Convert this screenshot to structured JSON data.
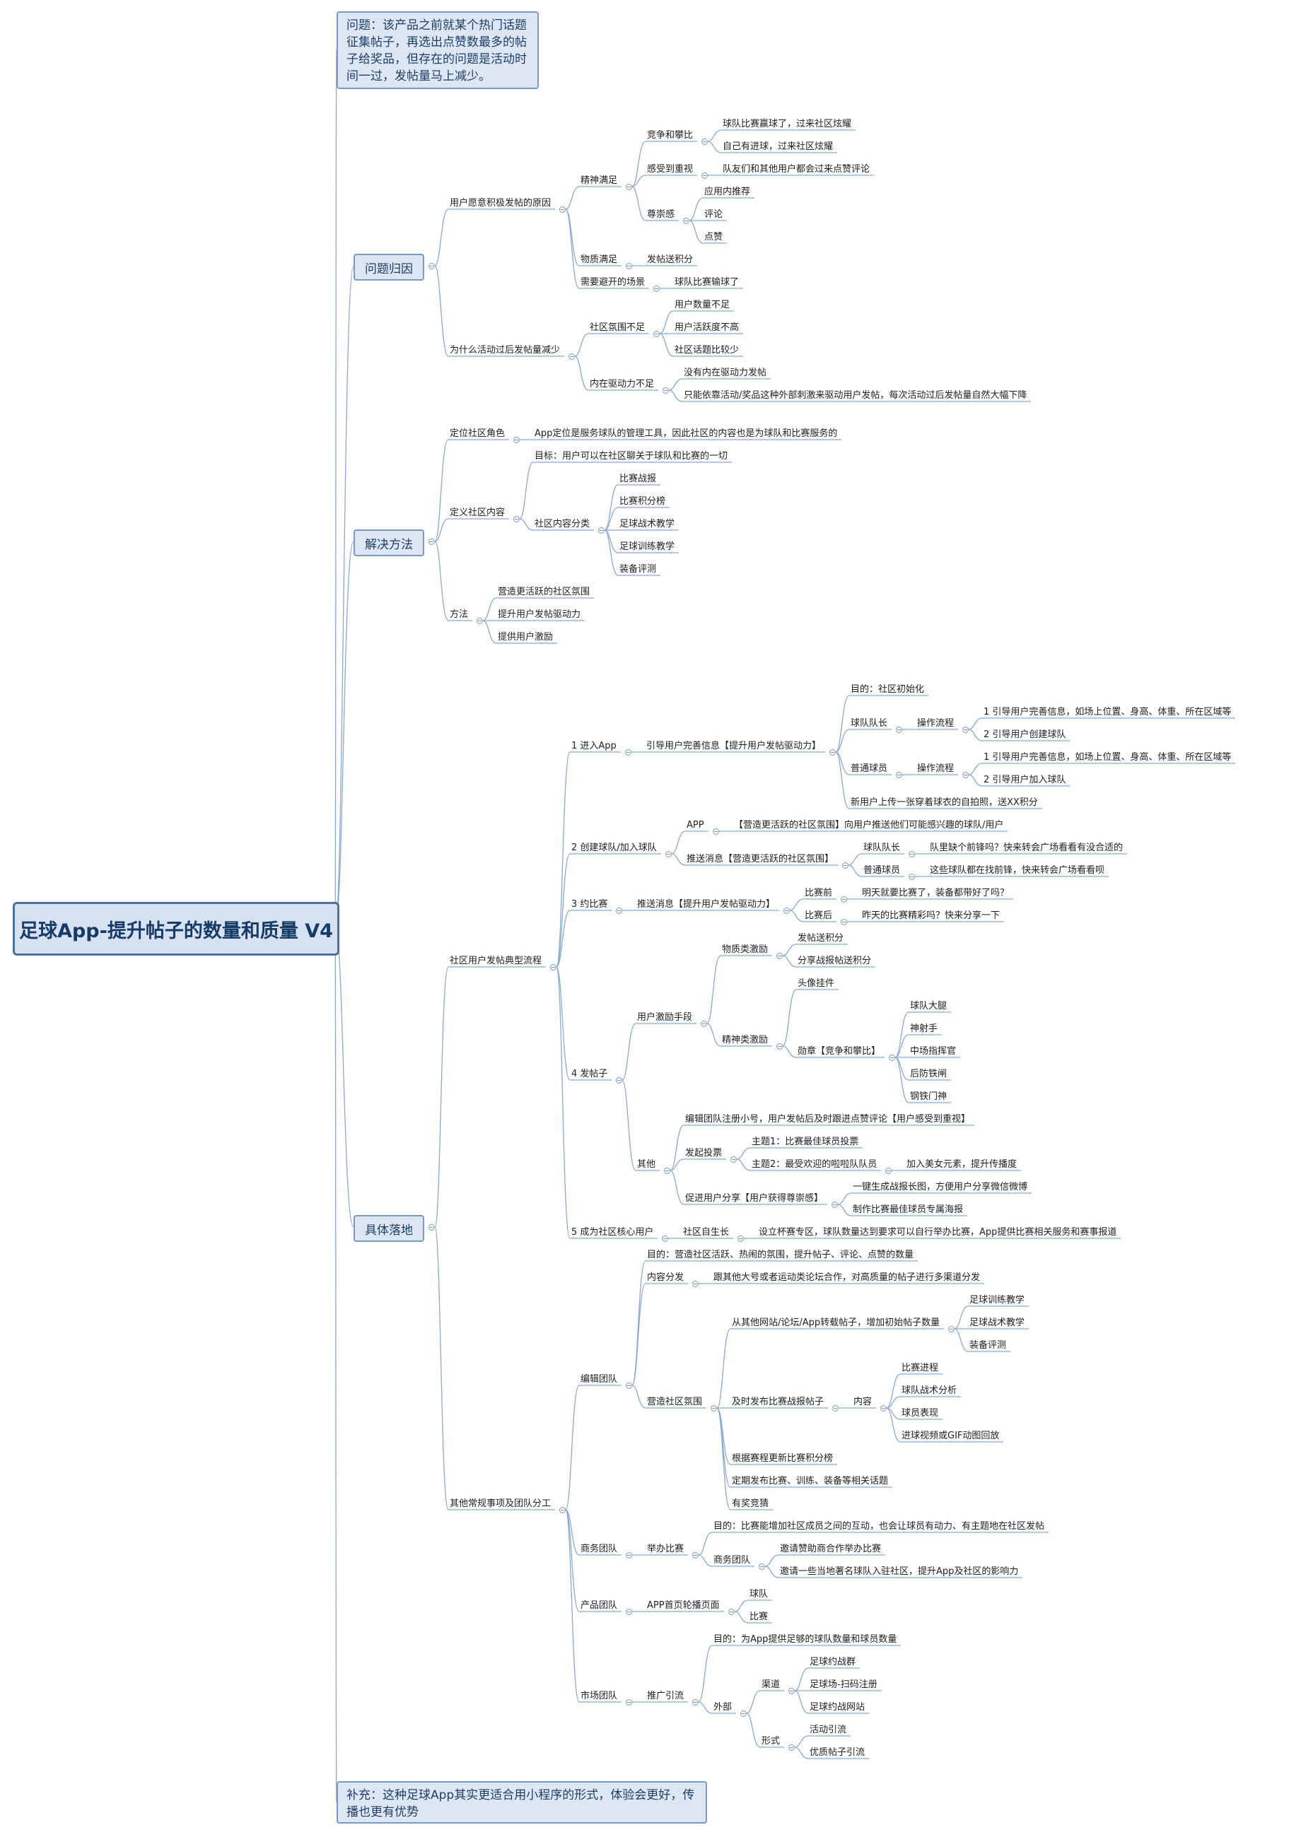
{
  "title": "足球App-提升帖子的数量和质量 V4",
  "note_top": "问题：该产品之前就某个热门话题征集帖子，再选出点赞数最多的帖子给奖品，但存在的问题是活动时间一过，发帖量马上减少。",
  "note_bottom": "补充：这种足球App其实更适合用小程序的形式，体验会更好，传播也更有优势",
  "tree": [
    {
      "label": "问题归因",
      "children": [
        {
          "label": "用户愿意积极发帖的原因",
          "children": [
            {
              "label": "精神满足",
              "children": [
                {
                  "label": "竞争和攀比",
                  "children": [
                    {
                      "label": "球队比赛赢球了，过来社区炫耀"
                    },
                    {
                      "label": "自己有进球，过来社区炫耀"
                    }
                  ]
                },
                {
                  "label": "感受到重视",
                  "children": [
                    {
                      "label": "队友们和其他用户都会过来点赞评论"
                    }
                  ]
                },
                {
                  "label": "尊崇感",
                  "children": [
                    {
                      "label": "应用内推荐"
                    },
                    {
                      "label": "评论"
                    },
                    {
                      "label": "点赞"
                    }
                  ]
                }
              ]
            },
            {
              "label": "物质满足",
              "children": [
                {
                  "label": "发帖送积分"
                }
              ]
            },
            {
              "label": "需要避开的场景",
              "children": [
                {
                  "label": "球队比赛输球了"
                }
              ]
            }
          ]
        },
        {
          "label": "为什么活动过后发帖量减少",
          "children": [
            {
              "label": "社区氛围不足",
              "children": [
                {
                  "label": "用户数量不足"
                },
                {
                  "label": "用户活跃度不高"
                },
                {
                  "label": "社区话题比较少"
                }
              ]
            },
            {
              "label": "内在驱动力不足",
              "children": [
                {
                  "label": "没有内在驱动力发帖"
                },
                {
                  "label": "只能依靠活动/奖品这种外部刺激来驱动用户发帖，每次活动过后发帖量自然大幅下降"
                }
              ]
            }
          ]
        }
      ]
    },
    {
      "label": "解决方法",
      "children": [
        {
          "label": "定位社区角色",
          "children": [
            {
              "label": "App定位是服务球队的管理工具，因此社区的内容也是为球队和比赛服务的"
            }
          ]
        },
        {
          "label": "定义社区内容",
          "children": [
            {
              "label": "目标：用户可以在社区聊关于球队和比赛的一切"
            },
            {
              "label": "社区内容分类",
              "children": [
                {
                  "label": "比赛战报"
                },
                {
                  "label": "比赛积分榜"
                },
                {
                  "label": "足球战术教学"
                },
                {
                  "label": "足球训练教学"
                },
                {
                  "label": "装备评测"
                }
              ]
            }
          ]
        },
        {
          "label": "方法",
          "children": [
            {
              "label": "营造更活跃的社区氛围"
            },
            {
              "label": "提升用户发帖驱动力"
            },
            {
              "label": "提供用户激励"
            }
          ]
        }
      ]
    },
    {
      "label": "具体落地",
      "children": [
        {
          "label": "社区用户发帖典型流程",
          "children": [
            {
              "label": "1 进入App",
              "children": [
                {
                  "label": "引导用户完善信息【提升用户发帖驱动力】",
                  "children": [
                    {
                      "label": "目的：社区初始化"
                    },
                    {
                      "label": "球队队长",
                      "children": [
                        {
                          "label": "操作流程",
                          "children": [
                            {
                              "label": "1 引导用户完善信息，如场上位置、身高、体重、所在区域等"
                            },
                            {
                              "label": "2 引导用户创建球队"
                            }
                          ]
                        }
                      ]
                    },
                    {
                      "label": "普通球员",
                      "children": [
                        {
                          "label": "操作流程",
                          "children": [
                            {
                              "label": "1 引导用户完善信息，如场上位置、身高、体重、所在区域等"
                            },
                            {
                              "label": "2 引导用户加入球队"
                            }
                          ]
                        }
                      ]
                    },
                    {
                      "label": "新用户上传一张穿着球衣的自拍照，送XX积分"
                    }
                  ]
                }
              ]
            },
            {
              "label": "2 创建球队/加入球队",
              "children": [
                {
                  "label": "APP",
                  "children": [
                    {
                      "label": "【营造更活跃的社区氛围】向用户推送他们可能感兴趣的球队/用户"
                    }
                  ]
                },
                {
                  "label": "推送消息【营造更活跃的社区氛围】",
                  "children": [
                    {
                      "label": "球队队长",
                      "children": [
                        {
                          "label": "队里缺个前锋吗？快来转会广场看看有没合适的"
                        }
                      ]
                    },
                    {
                      "label": "普通球员",
                      "children": [
                        {
                          "label": "这些球队都在找前锋，快来转会广场看看呗"
                        }
                      ]
                    }
                  ]
                }
              ]
            },
            {
              "label": "3 约比赛",
              "children": [
                {
                  "label": "推送消息【提升用户发帖驱动力】",
                  "children": [
                    {
                      "label": "比赛前",
                      "children": [
                        {
                          "label": "明天就要比赛了，装备都带好了吗？"
                        }
                      ]
                    },
                    {
                      "label": "比赛后",
                      "children": [
                        {
                          "label": "昨天的比赛精彩吗？快来分享一下"
                        }
                      ]
                    }
                  ]
                }
              ]
            },
            {
              "label": "4 发帖子",
              "children": [
                {
                  "label": "用户激励手段",
                  "children": [
                    {
                      "label": "物质类激励",
                      "children": [
                        {
                          "label": "发帖送积分"
                        },
                        {
                          "label": "分享战报帖送积分"
                        }
                      ]
                    },
                    {
                      "label": "精神类激励",
                      "children": [
                        {
                          "label": "头像挂件"
                        },
                        {
                          "label": "勋章【竞争和攀比】",
                          "children": [
                            {
                              "label": "球队大腿"
                            },
                            {
                              "label": "神射手"
                            },
                            {
                              "label": "中场指挥官"
                            },
                            {
                              "label": "后防铁闸"
                            },
                            {
                              "label": "钢铁门神"
                            }
                          ]
                        }
                      ]
                    }
                  ]
                },
                {
                  "label": "其他",
                  "children": [
                    {
                      "label": "编辑团队注册小号，用户发帖后及时跟进点赞评论【用户感受到重视】"
                    },
                    {
                      "label": "发起投票",
                      "children": [
                        {
                          "label": "主题1：比赛最佳球员投票"
                        },
                        {
                          "label": "主题2：最受欢迎的啦啦队队员",
                          "children": [
                            {
                              "label": "加入美女元素，提升传播度"
                            }
                          ]
                        }
                      ]
                    },
                    {
                      "label": "促进用户分享【用户获得尊崇感】",
                      "children": [
                        {
                          "label": "一键生成战报长图，方便用户分享微信微博"
                        },
                        {
                          "label": "制作比赛最佳球员专属海报"
                        }
                      ]
                    }
                  ]
                }
              ]
            },
            {
              "label": "5 成为社区核心用户",
              "children": [
                {
                  "label": "社区自生长",
                  "children": [
                    {
                      "label": "设立杯赛专区，球队数量达到要求可以自行举办比赛，App提供比赛相关服务和赛事报道"
                    }
                  ]
                }
              ]
            }
          ]
        },
        {
          "label": "其他常规事项及团队分工",
          "children": [
            {
              "label": "编辑团队",
              "children": [
                {
                  "label": "目的：营造社区活跃、热闹的氛围，提升帖子、评论、点赞的数量"
                },
                {
                  "label": "内容分发",
                  "children": [
                    {
                      "label": "跟其他大号或者运动类论坛合作，对高质量的帖子进行多渠道分发"
                    }
                  ]
                },
                {
                  "label": "营造社区氛围",
                  "children": [
                    {
                      "label": "从其他网站/论坛/App转载帖子，增加初始帖子数量",
                      "children": [
                        {
                          "label": "足球训练教学"
                        },
                        {
                          "label": "足球战术教学"
                        },
                        {
                          "label": "装备评测"
                        }
                      ]
                    },
                    {
                      "label": "及时发布比赛战报帖子",
                      "children": [
                        {
                          "label": "内容",
                          "children": [
                            {
                              "label": "比赛进程"
                            },
                            {
                              "label": "球队战术分析"
                            },
                            {
                              "label": "球员表现"
                            },
                            {
                              "label": "进球视频或GIF动图回放"
                            }
                          ]
                        }
                      ]
                    },
                    {
                      "label": "根据赛程更新比赛积分榜"
                    },
                    {
                      "label": "定期发布比赛、训练、装备等相关话题"
                    },
                    {
                      "label": "有奖竞猜"
                    }
                  ]
                }
              ]
            },
            {
              "label": "商务团队",
              "children": [
                {
                  "label": "举办比赛",
                  "children": [
                    {
                      "label": "目的：比赛能增加社区成员之间的互动，也会让球员有动力、有主题地在社区发帖"
                    },
                    {
                      "label": "商务团队",
                      "children": [
                        {
                          "label": "邀请赞助商合作举办比赛"
                        },
                        {
                          "label": "邀请一些当地著名球队入驻社区，提升App及社区的影响力"
                        }
                      ]
                    }
                  ]
                }
              ]
            },
            {
              "label": "产品团队",
              "children": [
                {
                  "label": "APP首页轮播页面",
                  "children": [
                    {
                      "label": "球队"
                    },
                    {
                      "label": "比赛"
                    }
                  ]
                }
              ]
            },
            {
              "label": "市场团队",
              "children": [
                {
                  "label": "推广引流",
                  "children": [
                    {
                      "label": "目的：为App提供足够的球队数量和球员数量"
                    },
                    {
                      "label": "外部",
                      "children": [
                        {
                          "label": "渠道",
                          "children": [
                            {
                              "label": "足球约战群"
                            },
                            {
                              "label": "足球场-扫码注册"
                            },
                            {
                              "label": "足球约战网站"
                            }
                          ]
                        },
                        {
                          "label": "形式",
                          "children": [
                            {
                              "label": "活动引流"
                            },
                            {
                              "label": "优质帖子引流"
                            }
                          ]
                        }
                      ]
                    }
                  ]
                }
              ]
            }
          ]
        }
      ]
    }
  ]
}
